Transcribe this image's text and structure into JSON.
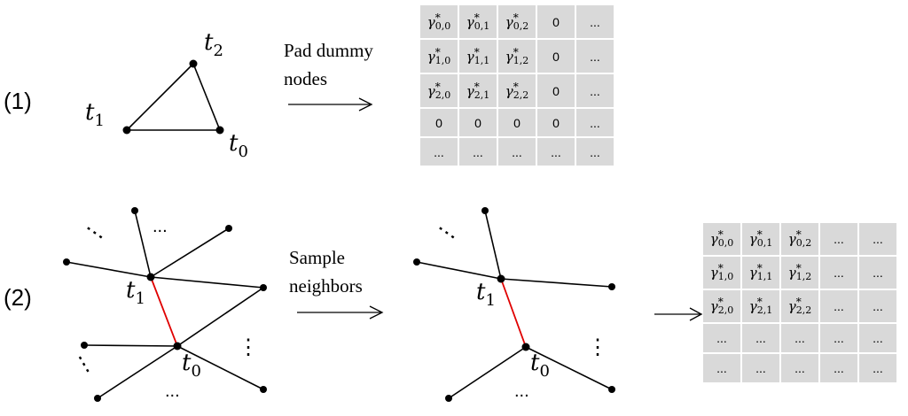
{
  "rows": [
    {
      "label": "(1)",
      "nodes": [
        "t",
        "t",
        "t"
      ],
      "node_subs": [
        "2",
        "1",
        "0"
      ],
      "step_lines": [
        "Pad dummy",
        "nodes"
      ],
      "matrix": [
        [
          "γ*0,0",
          "γ*0,1",
          "γ*0,2",
          "0",
          "..."
        ],
        [
          "γ*1,0",
          "γ*1,1",
          "γ*1,2",
          "0",
          "..."
        ],
        [
          "γ*2,0",
          "γ*2,1",
          "γ*2,2",
          "0",
          "..."
        ],
        [
          "0",
          "0",
          "0",
          "0",
          "..."
        ],
        [
          "...",
          "...",
          "...",
          "...",
          "..."
        ]
      ]
    },
    {
      "label": "(2)",
      "nodes": [
        "t",
        "t"
      ],
      "node_subs": [
        "1",
        "0"
      ],
      "step_lines": [
        "Sample",
        "neighbors"
      ],
      "sampled_nodes": [
        "t",
        "t"
      ],
      "sampled_subs": [
        "1",
        "0"
      ],
      "matrix": [
        [
          "γ*0,0",
          "γ*0,1",
          "γ*0,2",
          "...",
          "..."
        ],
        [
          "γ*1,0",
          "γ*1,1",
          "γ*1,2",
          "...",
          "..."
        ],
        [
          "γ*2,0",
          "γ*2,1",
          "γ*2,2",
          "...",
          "..."
        ],
        [
          "...",
          "...",
          "...",
          "...",
          "..."
        ],
        [
          "...",
          "...",
          "...",
          "...",
          "..."
        ]
      ]
    }
  ],
  "ellipsis": "...",
  "vertical_ellipsis": "⋮",
  "colors": {
    "edge": "#000000",
    "highlight_edge": "#e00000",
    "cell": "#d9d9d9"
  }
}
